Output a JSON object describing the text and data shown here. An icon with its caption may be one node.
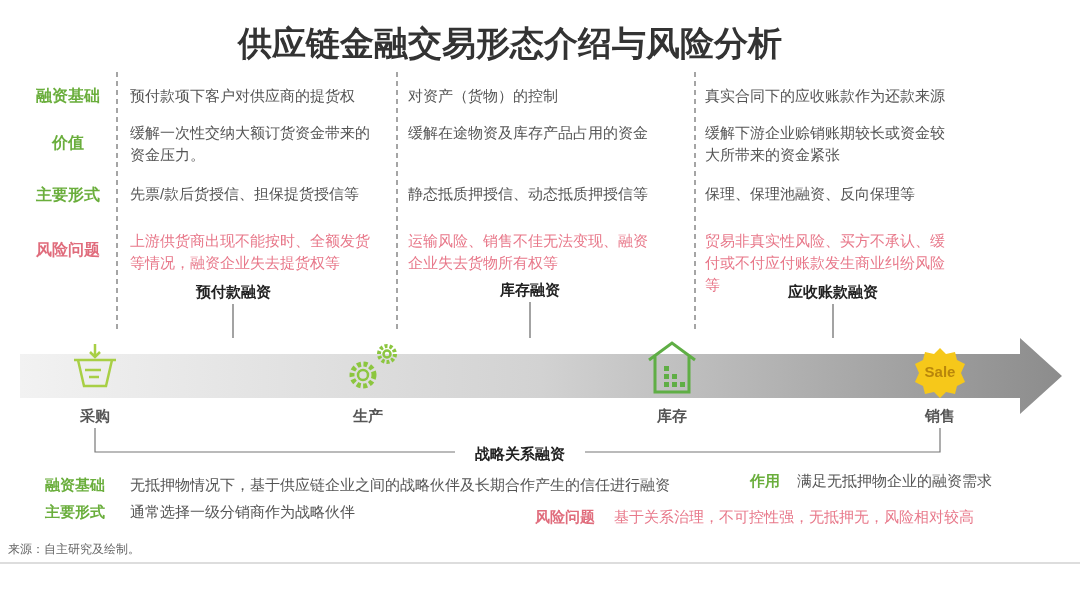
{
  "diagram": {
    "title": "供应链金融交易形态介绍与风险分析",
    "nodes": [
      {
        "text": [
          "预付款融资"
        ]
      },
      {
        "text": [
          "库存融资"
        ]
      },
      {
        "text": [
          "应收账款融资"
        ]
      },
      {
        "text": [],
        "shape": "arrow"
      }
    ],
    "edges": [
      {
        "from": 0,
        "to": 3,
        "arrow": "none"
      },
      {
        "from": 1,
        "to": 3,
        "arrow": "none"
      },
      {
        "from": 2,
        "to": 3,
        "arrow": "none"
      }
    ],
    "labels": [
      "融资基础",
      "预付款项下客户对供应商的提货权",
      "对资产（货物）的控制",
      "真实合同下的应收账款作为还款来源",
      "价值",
      "缓解一次性交纳大额订货资金带来的资金压力。",
      "缓解在途物资及库存产品占用的资金",
      "缓解下游企业赊销账期较长或资金较大所带来的资金紧张",
      "主要形式",
      "先票/款后货授信、担保提货授信等",
      "静态抵质押授信、动态抵质押授信等",
      "保理、保理池融资、反向保理等",
      "风险问题",
      "上游供货商出现不能按时、全额发货等情况，融资企业失去提货权等",
      "运输风险、销售不佳无法变现、融资企业失去货物所有权等",
      "贸易非真实性风险、买方不承认、缓付或不付应付账款发生商业纠纷风险等",
      "采购",
      "生产",
      "库存",
      "Sale",
      "销售",
      "战略关系融资",
      "融资基础",
      "无抵押物情况下，基于供应链企业之间的战略伙伴及长期合作产生的信任进行融资",
      "作用",
      "满足无抵押物企业的融资需求",
      "主要形式",
      "通常选择一级分销商作为战略伙伴",
      "风险问题",
      "基于关系治理，不可控性强，无抵押无，风险相对较高",
      "来源：自主研究及绘制。"
    ]
  }
}
